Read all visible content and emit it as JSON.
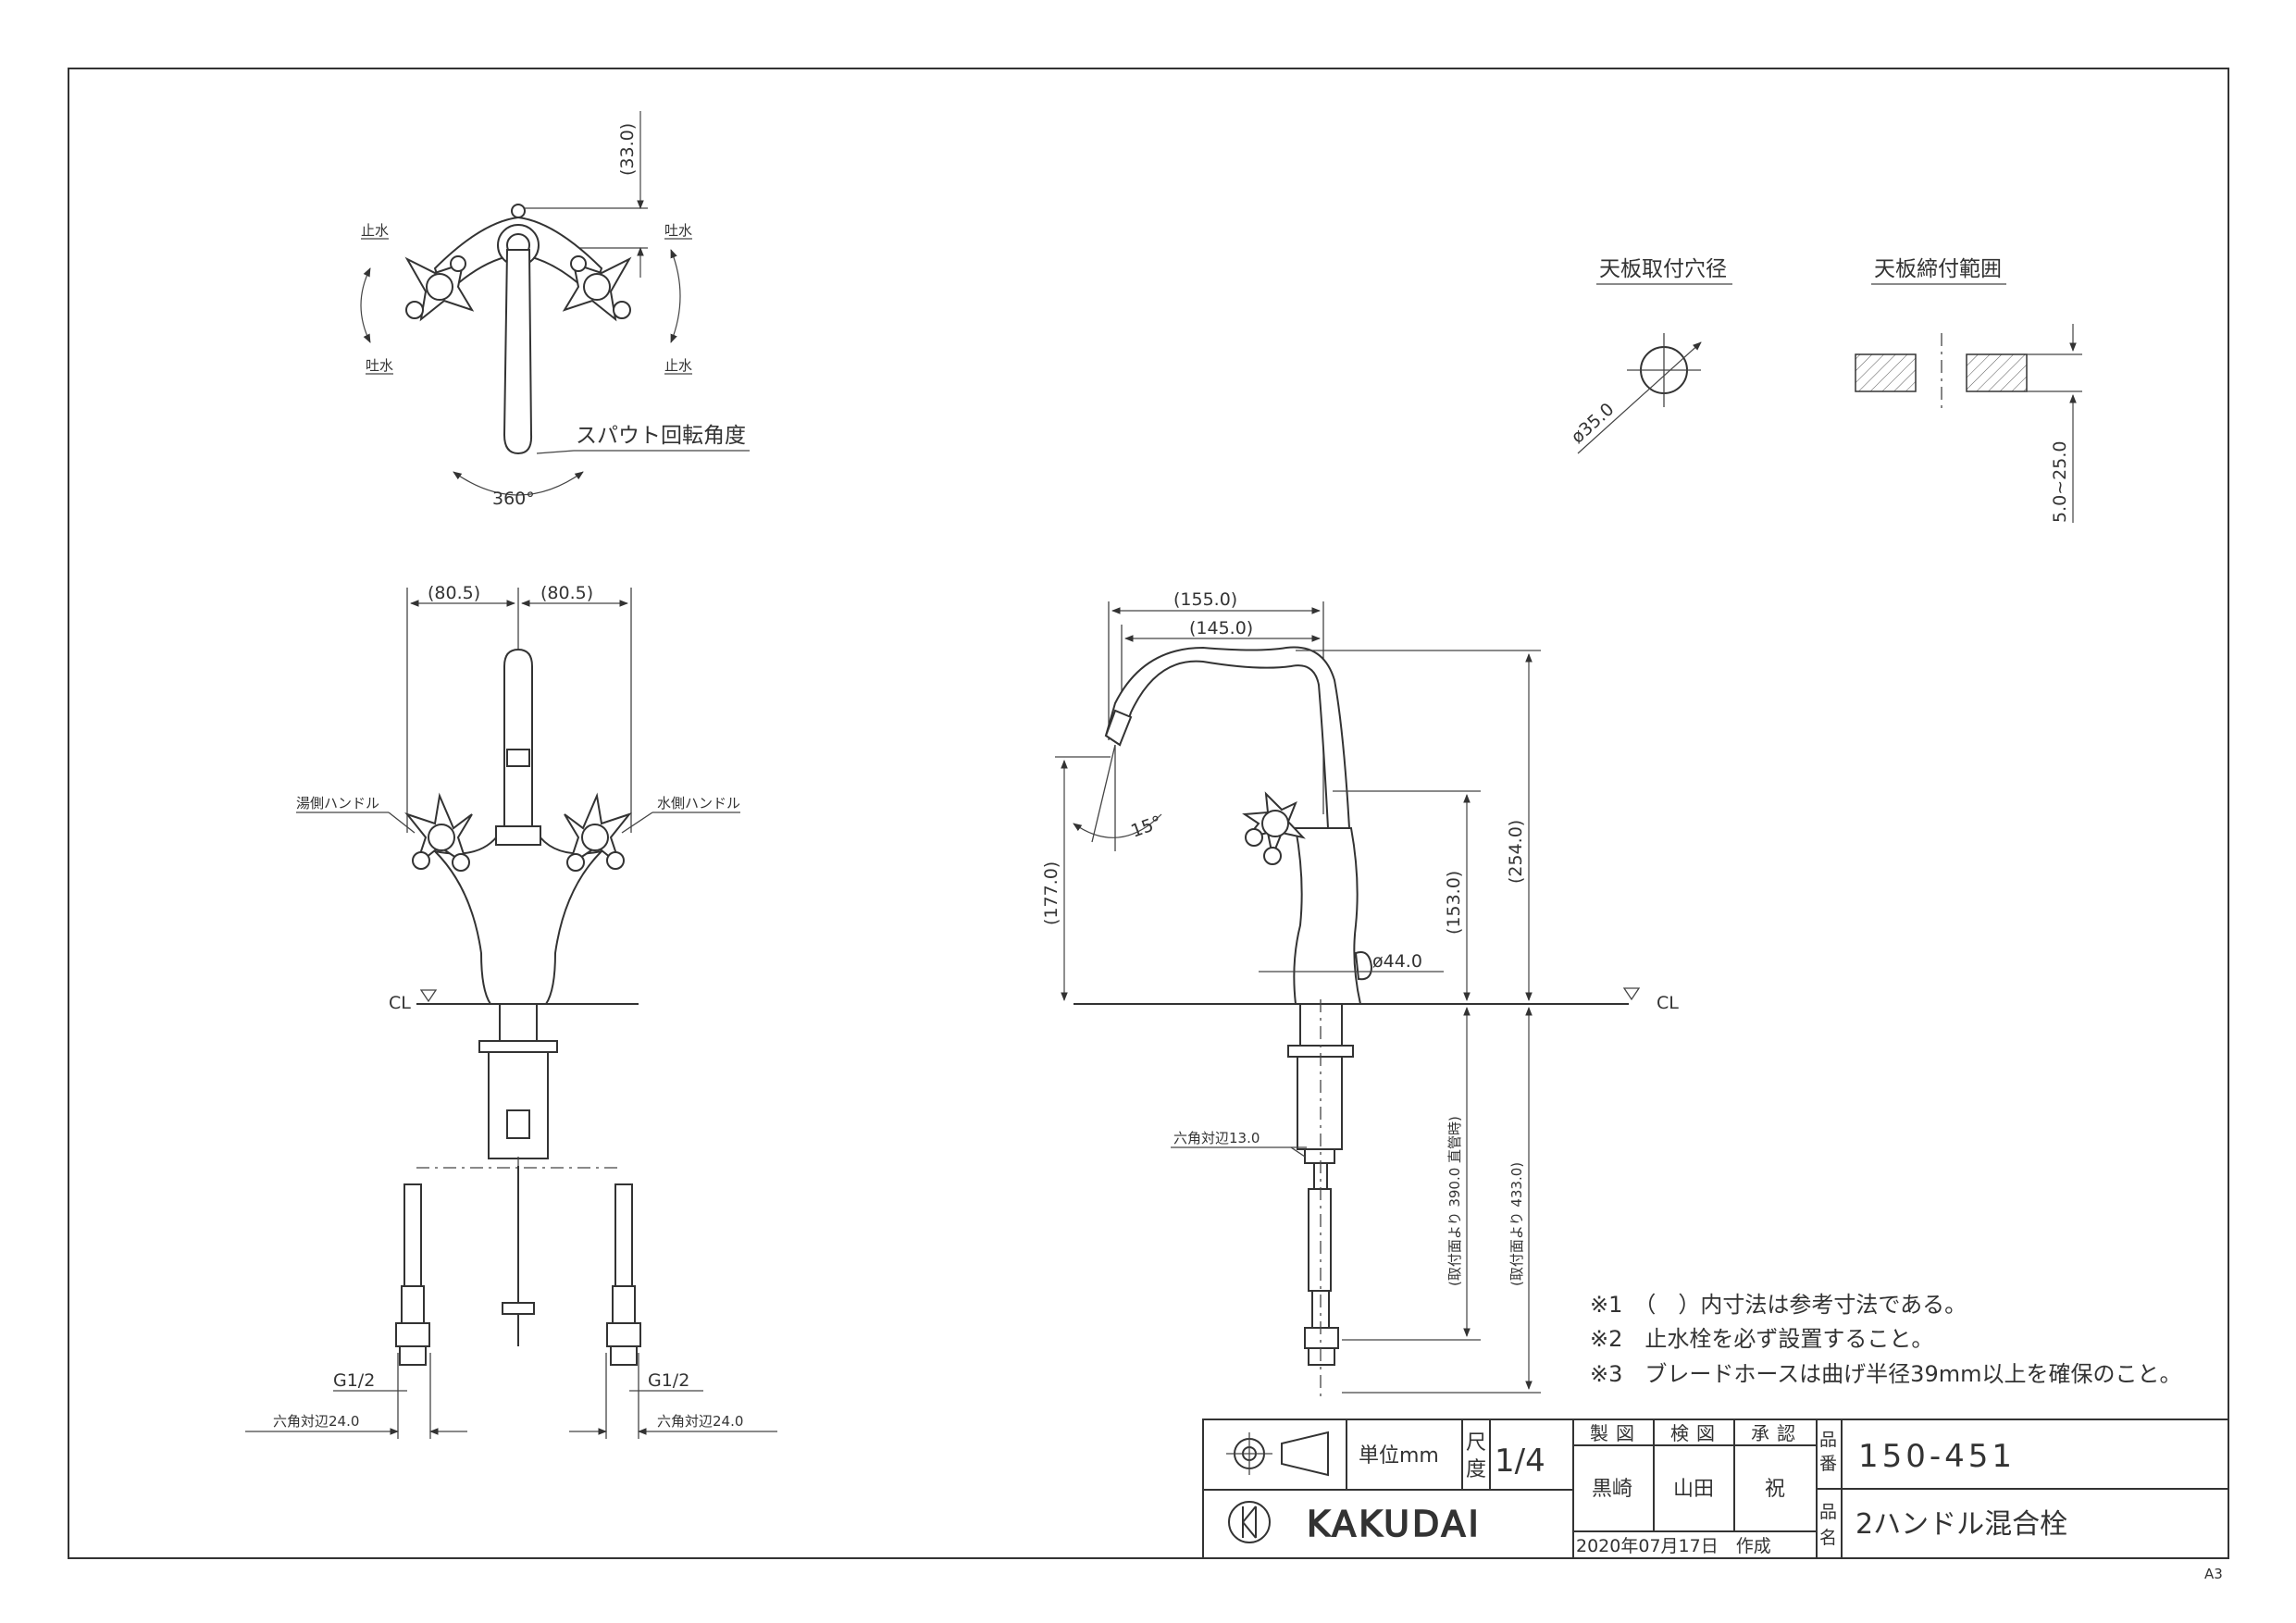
{
  "top_view": {
    "label_stop_left": "止水",
    "label_spout_right": "吐水",
    "label_spout_left": "吐水",
    "label_stop_right": "止水",
    "dim_top": "(33.0)",
    "rotation_label": "スパウト回転角度",
    "rotation_angle": "360°"
  },
  "front_view": {
    "dim_left": "(80.5)",
    "dim_right": "(80.5)",
    "hot_handle": "湯側ハンドル",
    "cold_handle": "水側ハンドル",
    "cl_label": "CL",
    "thread_left": "G1/2",
    "thread_right": "G1/2",
    "hex_left": "六角対辺24.0",
    "hex_right": "六角対辺24.0"
  },
  "side_view": {
    "dim_reach_outer": "(155.0)",
    "dim_reach_inner": "(145.0)",
    "dim_spout_height": "(177.0)",
    "angle": "15°",
    "dim_handle_height": "(153.0)",
    "dim_total_height": "(254.0)",
    "dim_base_dia": "ø44.0",
    "cl_label": "CL",
    "hex_side": "六角対辺13.0",
    "hose_straight": "(取付面より 390.0 直管時)",
    "hose_total": "(取付面より 433.0)"
  },
  "mounting": {
    "hole_title": "天板取付穴径",
    "hole_dia": "ø35.0",
    "range_title": "天板締付範囲",
    "range_value": "5.0~25.0"
  },
  "notes": [
    "※1　（　）内寸法は参考寸法である。",
    "※2　止水栓を必ず設置すること。",
    "※3　ブレードホースは曲げ半径39mm以上を確保のこと。"
  ],
  "title_block": {
    "unit": "単位mm",
    "scale_label": "尺度",
    "scale": "1/4",
    "drawn_label": "製図",
    "checked_label": "検図",
    "approved_label": "承認",
    "drawn_by": "黒崎",
    "checked_by": "山田",
    "approved_by": "祝",
    "part_no_label": "品番",
    "part_no": "150-451",
    "part_name_label": "品名",
    "part_name": "2ハンドル混合栓",
    "brand": "KAKUDAI",
    "date": "2020年07月17日　作成",
    "sheet": "A3"
  }
}
